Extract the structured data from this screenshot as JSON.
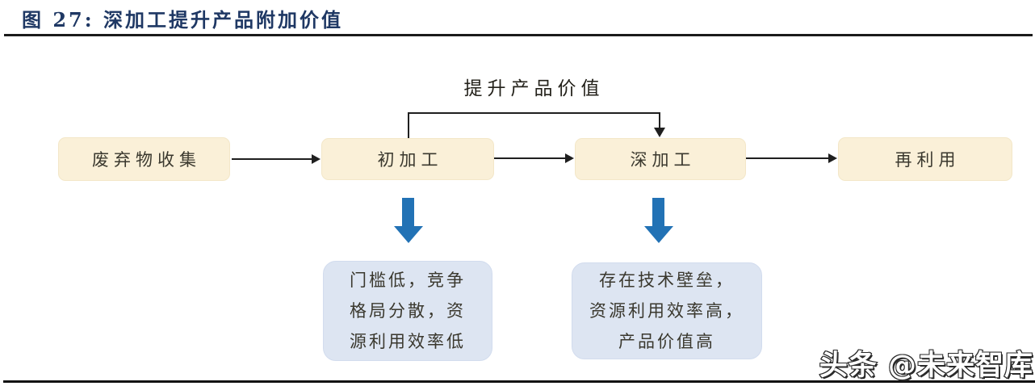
{
  "figure": {
    "title": "图 27: 深加工提升产品附加价值",
    "watermark": "头条 @未来智库"
  },
  "flow": {
    "loop_label": "提升产品价值",
    "nodes": [
      {
        "id": "waste-collection",
        "label": "废弃物收集"
      },
      {
        "id": "primary-processing",
        "label": "初加工"
      },
      {
        "id": "deep-processing",
        "label": "深加工"
      },
      {
        "id": "reuse",
        "label": "再利用"
      }
    ],
    "callouts": [
      {
        "for": "初加工",
        "lines": [
          "门槛低，竞争",
          "格局分散，资",
          "源利用效率低"
        ]
      },
      {
        "for": "深加工",
        "lines": [
          "存在技术壁垒，",
          "资源利用效率高，",
          "产品价值高"
        ]
      }
    ]
  },
  "colors": {
    "title_navy": "#1f3864",
    "node_fill": "#faf0d8",
    "callout_fill": "#dde5f2",
    "block_arrow_blue": "#2272b5",
    "line_black": "#1f1f1f"
  }
}
